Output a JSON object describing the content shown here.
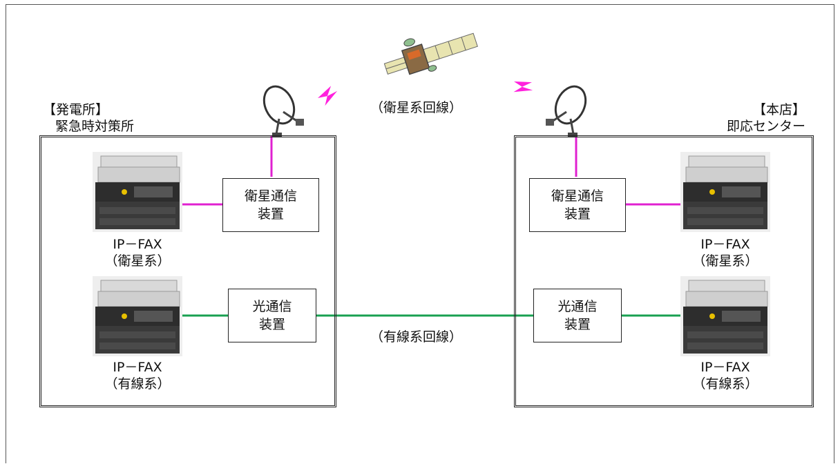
{
  "satellite_line": "（衛星系回線）",
  "wired_line": "（有線系回線）",
  "colors": {
    "satellite": "#e020d0",
    "wired": "#18a050",
    "lightning": "#ff22dd"
  },
  "left_site": {
    "title": "【発電所】",
    "subtitle": "緊急時対策所",
    "satellite_device": [
      "衛星通信",
      "装置"
    ],
    "optical_device": [
      "光通信",
      "装置"
    ],
    "fax_top": [
      "IP－FAX",
      "（衛星系）"
    ],
    "fax_bottom": [
      "IP－FAX",
      "（有線系）"
    ]
  },
  "right_site": {
    "title": "【本店】",
    "subtitle": "即応センター",
    "satellite_device": [
      "衛星通信",
      "装置"
    ],
    "optical_device": [
      "光通信",
      "装置"
    ],
    "fax_top": [
      "IP－FAX",
      "（衛星系）"
    ],
    "fax_bottom": [
      "IP－FAX",
      "（有線系）"
    ]
  },
  "icons": [
    "satellite-icon",
    "satellite-dish-icon",
    "lightning-icon",
    "fax-machine-icon"
  ]
}
